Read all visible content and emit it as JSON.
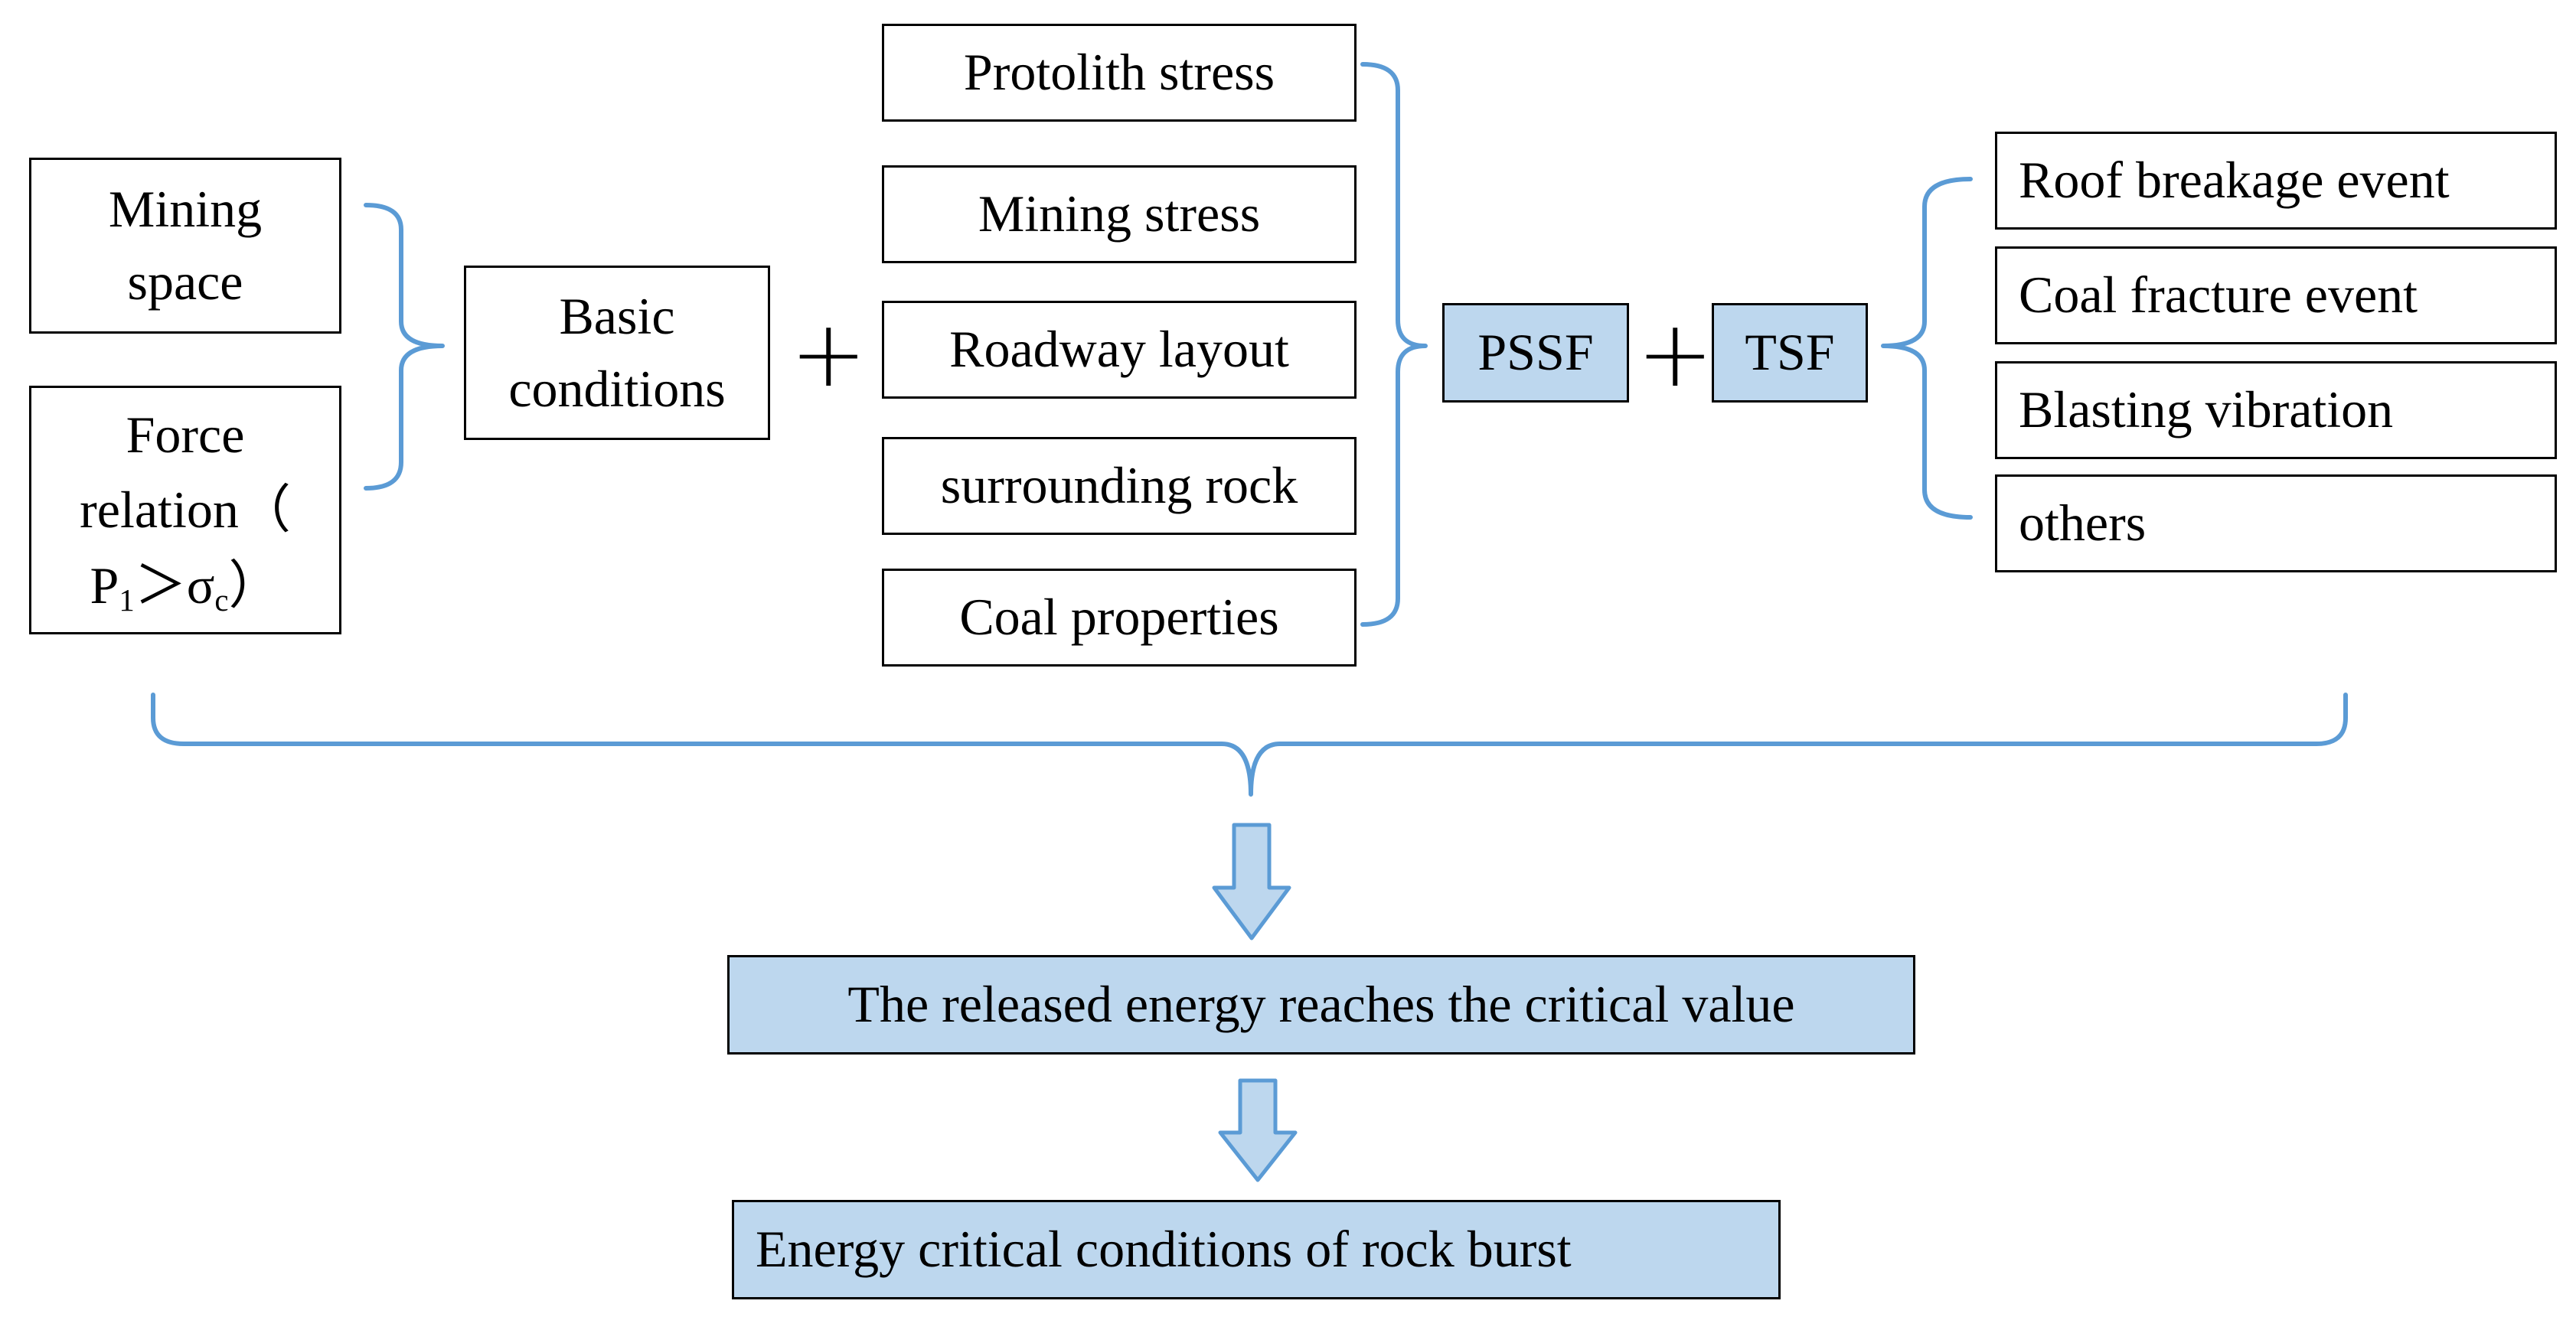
{
  "nodes": {
    "mining_space": "Mining space",
    "force_relation_l1": "Force",
    "force_relation_l2": "relation（",
    "force_p": "P",
    "force_p_sub": "1",
    "force_gt": "＞",
    "force_sigma": "σ",
    "force_sigma_sub": "c",
    "force_close": "）",
    "basic_conditions_l1": "Basic",
    "basic_conditions_l2": "conditions",
    "protolith_stress": "Protolith stress",
    "mining_stress": "Mining stress",
    "roadway_layout": "Roadway layout",
    "surrounding_rock": "surrounding rock",
    "coal_properties": "Coal properties",
    "pssf": "PSSF",
    "tsf": "TSF",
    "roof_breakage": "Roof breakage event",
    "coal_fracture": "Coal fracture event",
    "blasting_vibration": "Blasting vibration",
    "others": "others",
    "released_energy": "The released energy reaches the critical value",
    "energy_critical": "Energy critical conditions of rock burst"
  },
  "operators": {
    "plus": "+"
  },
  "colors": {
    "bracket": "#5b9bd5",
    "highlight_fill": "#bdd7ee",
    "arrow_fill": "#bdd7ee",
    "arrow_stroke": "#5b9bd5",
    "box_border": "#000000"
  }
}
